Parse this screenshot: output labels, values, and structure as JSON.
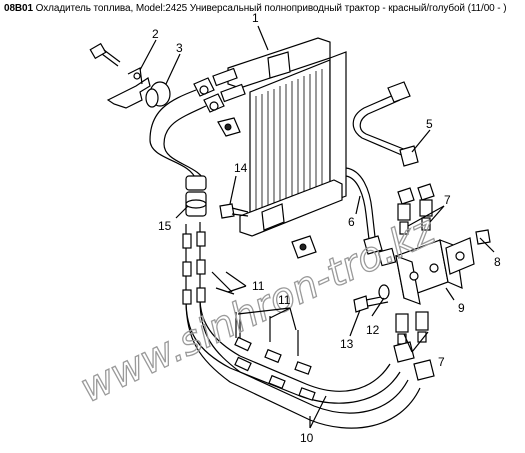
{
  "header": {
    "code": "08B01",
    "title": "Охладитель топлива, Model:2425 Универсальный полноприводный трактор - красный/голубой (11/00 - )"
  },
  "watermark": "www.sinhron-tro.kz",
  "callouts": {
    "c1": "1",
    "c2": "2",
    "c3": "3",
    "c5": "5",
    "c6": "6",
    "c7a": "7",
    "c7b": "7",
    "c8": "8",
    "c9": "9",
    "c10": "10",
    "c11a": "11",
    "c11b": "11",
    "c12": "12",
    "c13": "13",
    "c14": "14",
    "c15": "15"
  },
  "colors": {
    "line": "#000000",
    "watermark": "#9a9a9a",
    "background": "#ffffff"
  }
}
